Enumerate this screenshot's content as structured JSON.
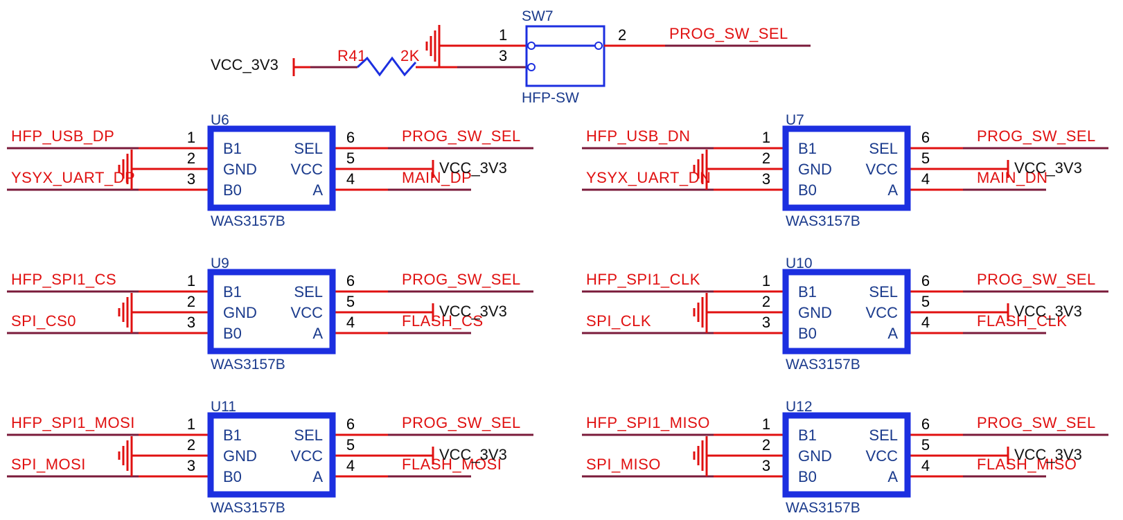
{
  "switch": {
    "ref": "SW7",
    "part": "HFP-SW",
    "pins": {
      "p1": "1",
      "p2": "2",
      "p3": "3"
    },
    "net_out": "PROG_SW_SEL"
  },
  "resistor": {
    "ref": "R41",
    "value": "2K"
  },
  "supply_label": "VCC_3V3",
  "chips": [
    {
      "ref": "U6",
      "part": "WAS3157B",
      "left_pins": [
        "B1",
        "GND",
        "B0"
      ],
      "right_pins": [
        "SEL",
        "VCC",
        "A"
      ],
      "left_nums": [
        "1",
        "2",
        "3"
      ],
      "right_nums": [
        "6",
        "5",
        "4"
      ],
      "net_b1": "HFP_USB_DP",
      "net_b0": "YSYX_UART_DP",
      "net_sel": "PROG_SW_SEL",
      "net_vcc": "VCC_3V3",
      "net_a": "MAIN_DP"
    },
    {
      "ref": "U7",
      "part": "WAS3157B",
      "left_pins": [
        "B1",
        "GND",
        "B0"
      ],
      "right_pins": [
        "SEL",
        "VCC",
        "A"
      ],
      "left_nums": [
        "1",
        "2",
        "3"
      ],
      "right_nums": [
        "6",
        "5",
        "4"
      ],
      "net_b1": "HFP_USB_DN",
      "net_b0": "YSYX_UART_DN",
      "net_sel": "PROG_SW_SEL",
      "net_vcc": "VCC_3V3",
      "net_a": "MAIN_DN"
    },
    {
      "ref": "U9",
      "part": "WAS3157B",
      "left_pins": [
        "B1",
        "GND",
        "B0"
      ],
      "right_pins": [
        "SEL",
        "VCC",
        "A"
      ],
      "left_nums": [
        "1",
        "2",
        "3"
      ],
      "right_nums": [
        "6",
        "5",
        "4"
      ],
      "net_b1": "HFP_SPI1_CS",
      "net_b0": "SPI_CS0",
      "net_sel": "PROG_SW_SEL",
      "net_vcc": "VCC_3V3",
      "net_a": "FLASH_CS"
    },
    {
      "ref": "U10",
      "part": "WAS3157B",
      "left_pins": [
        "B1",
        "GND",
        "B0"
      ],
      "right_pins": [
        "SEL",
        "VCC",
        "A"
      ],
      "left_nums": [
        "1",
        "2",
        "3"
      ],
      "right_nums": [
        "6",
        "5",
        "4"
      ],
      "net_b1": "HFP_SPI1_CLK",
      "net_b0": "SPI_CLK",
      "net_sel": "PROG_SW_SEL",
      "net_vcc": "VCC_3V3",
      "net_a": "FLASH_CLK"
    },
    {
      "ref": "U11",
      "part": "WAS3157B",
      "left_pins": [
        "B1",
        "GND",
        "B0"
      ],
      "right_pins": [
        "SEL",
        "VCC",
        "A"
      ],
      "left_nums": [
        "1",
        "2",
        "3"
      ],
      "right_nums": [
        "6",
        "5",
        "4"
      ],
      "net_b1": "HFP_SPI1_MOSI",
      "net_b0": "SPI_MOSI",
      "net_sel": "PROG_SW_SEL",
      "net_vcc": "VCC_3V3",
      "net_a": "FLASH_MOSI"
    },
    {
      "ref": "U12",
      "part": "WAS3157B",
      "left_pins": [
        "B1",
        "GND",
        "B0"
      ],
      "right_pins": [
        "SEL",
        "VCC",
        "A"
      ],
      "left_nums": [
        "1",
        "2",
        "3"
      ],
      "right_nums": [
        "6",
        "5",
        "4"
      ],
      "net_b1": "HFP_SPI1_MISO",
      "net_b0": "SPI_MISO",
      "net_sel": "PROG_SW_SEL",
      "net_vcc": "VCC_3V3",
      "net_a": "FLASH_MISO"
    }
  ]
}
